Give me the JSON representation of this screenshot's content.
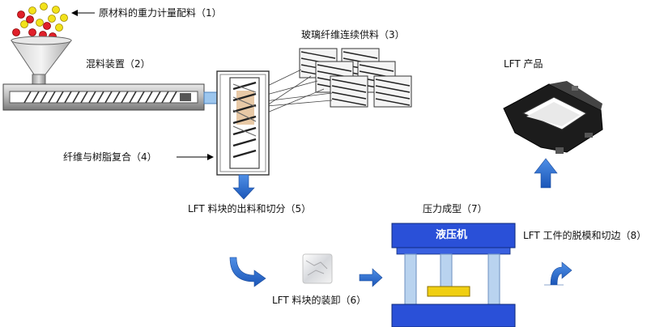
{
  "labels": {
    "step1": "原材料的重力计量配料（1）",
    "step2": "混料装置（2）",
    "step3": "玻璃纤维连续供料（3）",
    "step4": "纤维与树脂复合（4）",
    "step5": "LFT 料块的出料和切分（5）",
    "step6": "LFT 料块的装卸（6）",
    "step7": "压力成型（7）",
    "step8": "LFT 工件的脱模和切边（8）",
    "product": "LFT 产品",
    "press": "液压机"
  },
  "colors": {
    "arrow_blue": "#2f6fcf",
    "press_blue": "#2a50d8",
    "press_column": "#b9d3ef",
    "pellet_red": "#e0202a",
    "pellet_yellow": "#f2e21a",
    "charge_yellow": "#f0cf12",
    "product_black": "#1c1c1c"
  }
}
